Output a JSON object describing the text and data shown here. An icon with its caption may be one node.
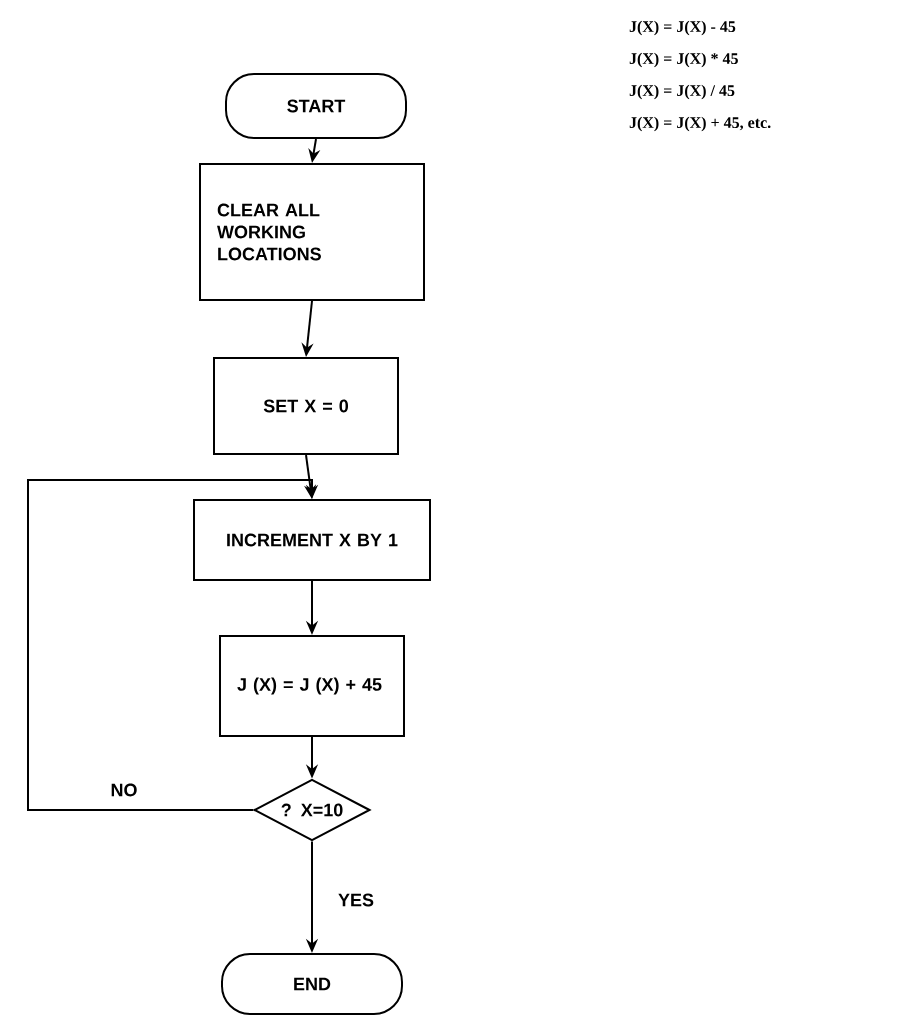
{
  "diagram": {
    "nodes": [
      {
        "text": [
          "START"
        ]
      },
      {
        "text": [
          "CLEAR ALL WORKING LOCATIONS"
        ]
      },
      {
        "text": [
          "SET X = 0"
        ]
      },
      {
        "text": [
          "INCREMENT X BY 1"
        ]
      },
      {
        "text": [
          "J (X) = J (X) + 45"
        ]
      },
      {
        "text": [
          "? X=10"
        ]
      },
      {
        "text": [
          "END"
        ]
      }
    ],
    "edges": [
      {
        "from": 0,
        "to": 1,
        "arrow": "to"
      },
      {
        "from": 1,
        "to": 2,
        "arrow": "to"
      },
      {
        "from": 2,
        "to": 3,
        "arrow": "to"
      },
      {
        "from": 3,
        "to": 4,
        "arrow": "to"
      },
      {
        "from": 4,
        "to": 5,
        "arrow": "to"
      },
      {
        "from": 5,
        "to": 3,
        "arrow": "to",
        "label": "NO"
      },
      {
        "from": 5,
        "to": 6,
        "arrow": "to",
        "label": "YES"
      }
    ],
    "labels": [
      "J(X) = J(X) - 45",
      "J(X) = J(X) * 45",
      "J(X) = J(X) / 45",
      "J(X) = J(X) + 45, etc."
    ]
  }
}
